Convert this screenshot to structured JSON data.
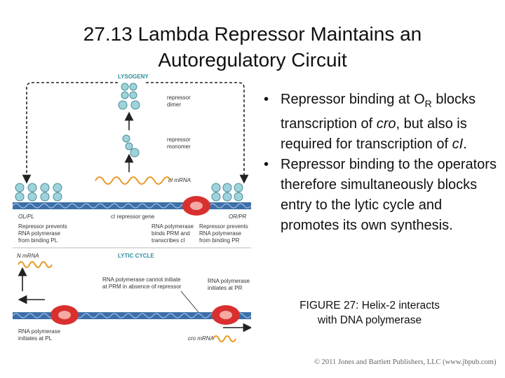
{
  "slide": {
    "title_line1": "27.13  Lambda Repressor Maintains an",
    "title_line2": "Autoregulatory Circuit",
    "bullets": [
      [
        "Repressor binding at O",
        "R",
        " blocks transcription of ",
        "cro",
        ", but also is required for transcription of ",
        "cI",
        "."
      ],
      [
        "Repressor binding to the operators therefore simultaneously blocks entry to the lytic cycle and promotes its own synthesis."
      ]
    ],
    "caption_line1": "FIGURE 27: Helix-2 interacts",
    "caption_line2": "with DNA polymerase",
    "copyright": "© 2011 Jones and Bartlett Publishers, LLC (www.jbpub.com)",
    "bullet_symbol": "•"
  },
  "figure": {
    "lysogeny": "LYSOGENY",
    "repressor_dimer": [
      "repressor",
      "dimer"
    ],
    "repressor_monomer": [
      "repressor",
      "monomer"
    ],
    "ci_mrna": "cI mRNA",
    "ol_pl": "OL/PL",
    "ci_gene": "cI repressor gene",
    "or_pr": "OR/PR",
    "left_block": [
      "Repressor prevents",
      "RNA polymerase",
      "from binding PL"
    ],
    "mid_block": [
      "RNA polymerase",
      "binds PRM and",
      "transcribes cI"
    ],
    "right_block": [
      "Repressor prevents",
      "RNA polymerase",
      "from binding PR"
    ],
    "n_mrna": "N mRNA",
    "lytic_cycle": "LYTIC CYCLE",
    "cannot_initiate": [
      "RNA polymerase cannot initiate",
      "at PRM in absence of repressor"
    ],
    "initiates_pr": [
      "RNA polymerase",
      "initiates at PR"
    ],
    "initiates_pl": [
      "RNA polymerase",
      "initiates at PL"
    ],
    "cro_mrna": "cro mRNA"
  },
  "colors": {
    "dna_blue": "#3d6fa8",
    "repressor_teal": "#9fd3dc",
    "polymerase_red": "#d8302f",
    "mrna_orange": "#e79a25",
    "label_teal": "#2b8e9e",
    "text_gray": "#333333"
  }
}
